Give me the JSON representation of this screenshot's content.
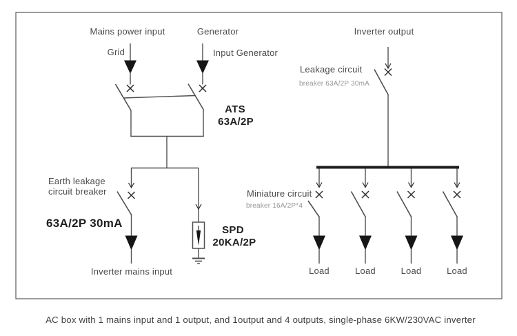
{
  "diagram": {
    "left": {
      "mains_power_input_label": "Mains power input",
      "grid_label": "Grid",
      "generator_label": "Generator",
      "input_generator_label": "Input Generator",
      "ats": {
        "name": "ATS",
        "rating": "63A/2P"
      },
      "earth_leakage_breaker": {
        "label_line1": "Earth leakage",
        "label_line2": "circuit breaker",
        "rating": "63A/2P 30mA"
      },
      "spd": {
        "name": "SPD",
        "rating": "20KA/2P"
      },
      "inverter_mains_input_label": "Inverter mains input"
    },
    "right": {
      "inverter_output_label": "Inverter output",
      "leakage_breaker": {
        "label_line1": "Leakage circuit",
        "label_line2": "breaker 63A/2P 30mA"
      },
      "miniature_breaker": {
        "label_line1": "Miniature circuit",
        "label_line2": "breaker 16A/2P*4"
      },
      "loads": [
        "Load",
        "Load",
        "Load",
        "Load"
      ]
    }
  },
  "caption": "AC box with 1 mains input and 1 output, and 1output and 4 outputs, single-phase 6KW/230VAC inverter",
  "colors": {
    "wire": "#4f4f4f",
    "arrow_fill": "#161616",
    "busbar": "#1d1d1d",
    "border": "#5a5a5a",
    "label_text": "#4a4a4a",
    "sublabel_text": "#979797",
    "bold_text": "#1f1f1f",
    "caption_text": "#3f3f3f"
  }
}
